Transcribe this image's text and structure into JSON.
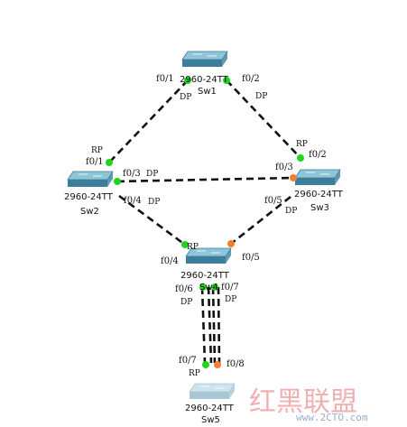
{
  "colors": {
    "link": "#111111",
    "port_up": "#1fd41f",
    "port_blocked": "#f08030",
    "switch_top": "#8fc5d8",
    "switch_front": "#3c7e99",
    "switch_faded_top": "#cfe3ec",
    "switch_faded_front": "#a9c7d4",
    "watermark_red": "#d81e26",
    "watermark_blue": "#3b6fb6"
  },
  "icons": {
    "switch": "switch-icon",
    "port": "port-indicator-dot"
  },
  "switches": {
    "sw1": {
      "model": "2960-24TT",
      "name": "Sw1"
    },
    "sw2": {
      "model": "2960-24TT",
      "name": "Sw2"
    },
    "sw3": {
      "model": "2960-24TT",
      "name": "Sw3"
    },
    "sw4": {
      "model": "2960-24TT",
      "name": "Sw4"
    },
    "sw5": {
      "model": "2960-24TT",
      "name": "Sw5"
    }
  },
  "ports": {
    "sw1_f01": "f0/1",
    "sw1_f02": "f0/2",
    "sw2_f01": "f0/1",
    "sw2_f03": "f0/3",
    "sw2_f04": "f0/4",
    "sw3_f02": "f0/2",
    "sw3_f03": "f0/3",
    "sw3_f05": "f0/5",
    "sw4_f04": "f0/4",
    "sw4_f05": "f0/5",
    "sw4_f06": "f0/6",
    "sw4_f07": "f0/7",
    "sw5_f07": "f0/7",
    "sw5_f08": "f0/8"
  },
  "roles": {
    "sw1_f01": "DP",
    "sw1_f02": "DP",
    "sw2_f01": "RP",
    "sw2_f03": "DP",
    "sw2_f04": "DP",
    "sw3_f02": "RP",
    "sw3_f05": "DP",
    "sw4_f04": "RP",
    "sw4_f06": "DP",
    "sw4_f07": "DP",
    "sw5_f07": "RP"
  },
  "watermark": {
    "text": "红黑联盟",
    "url": "www.2CTO.com"
  }
}
